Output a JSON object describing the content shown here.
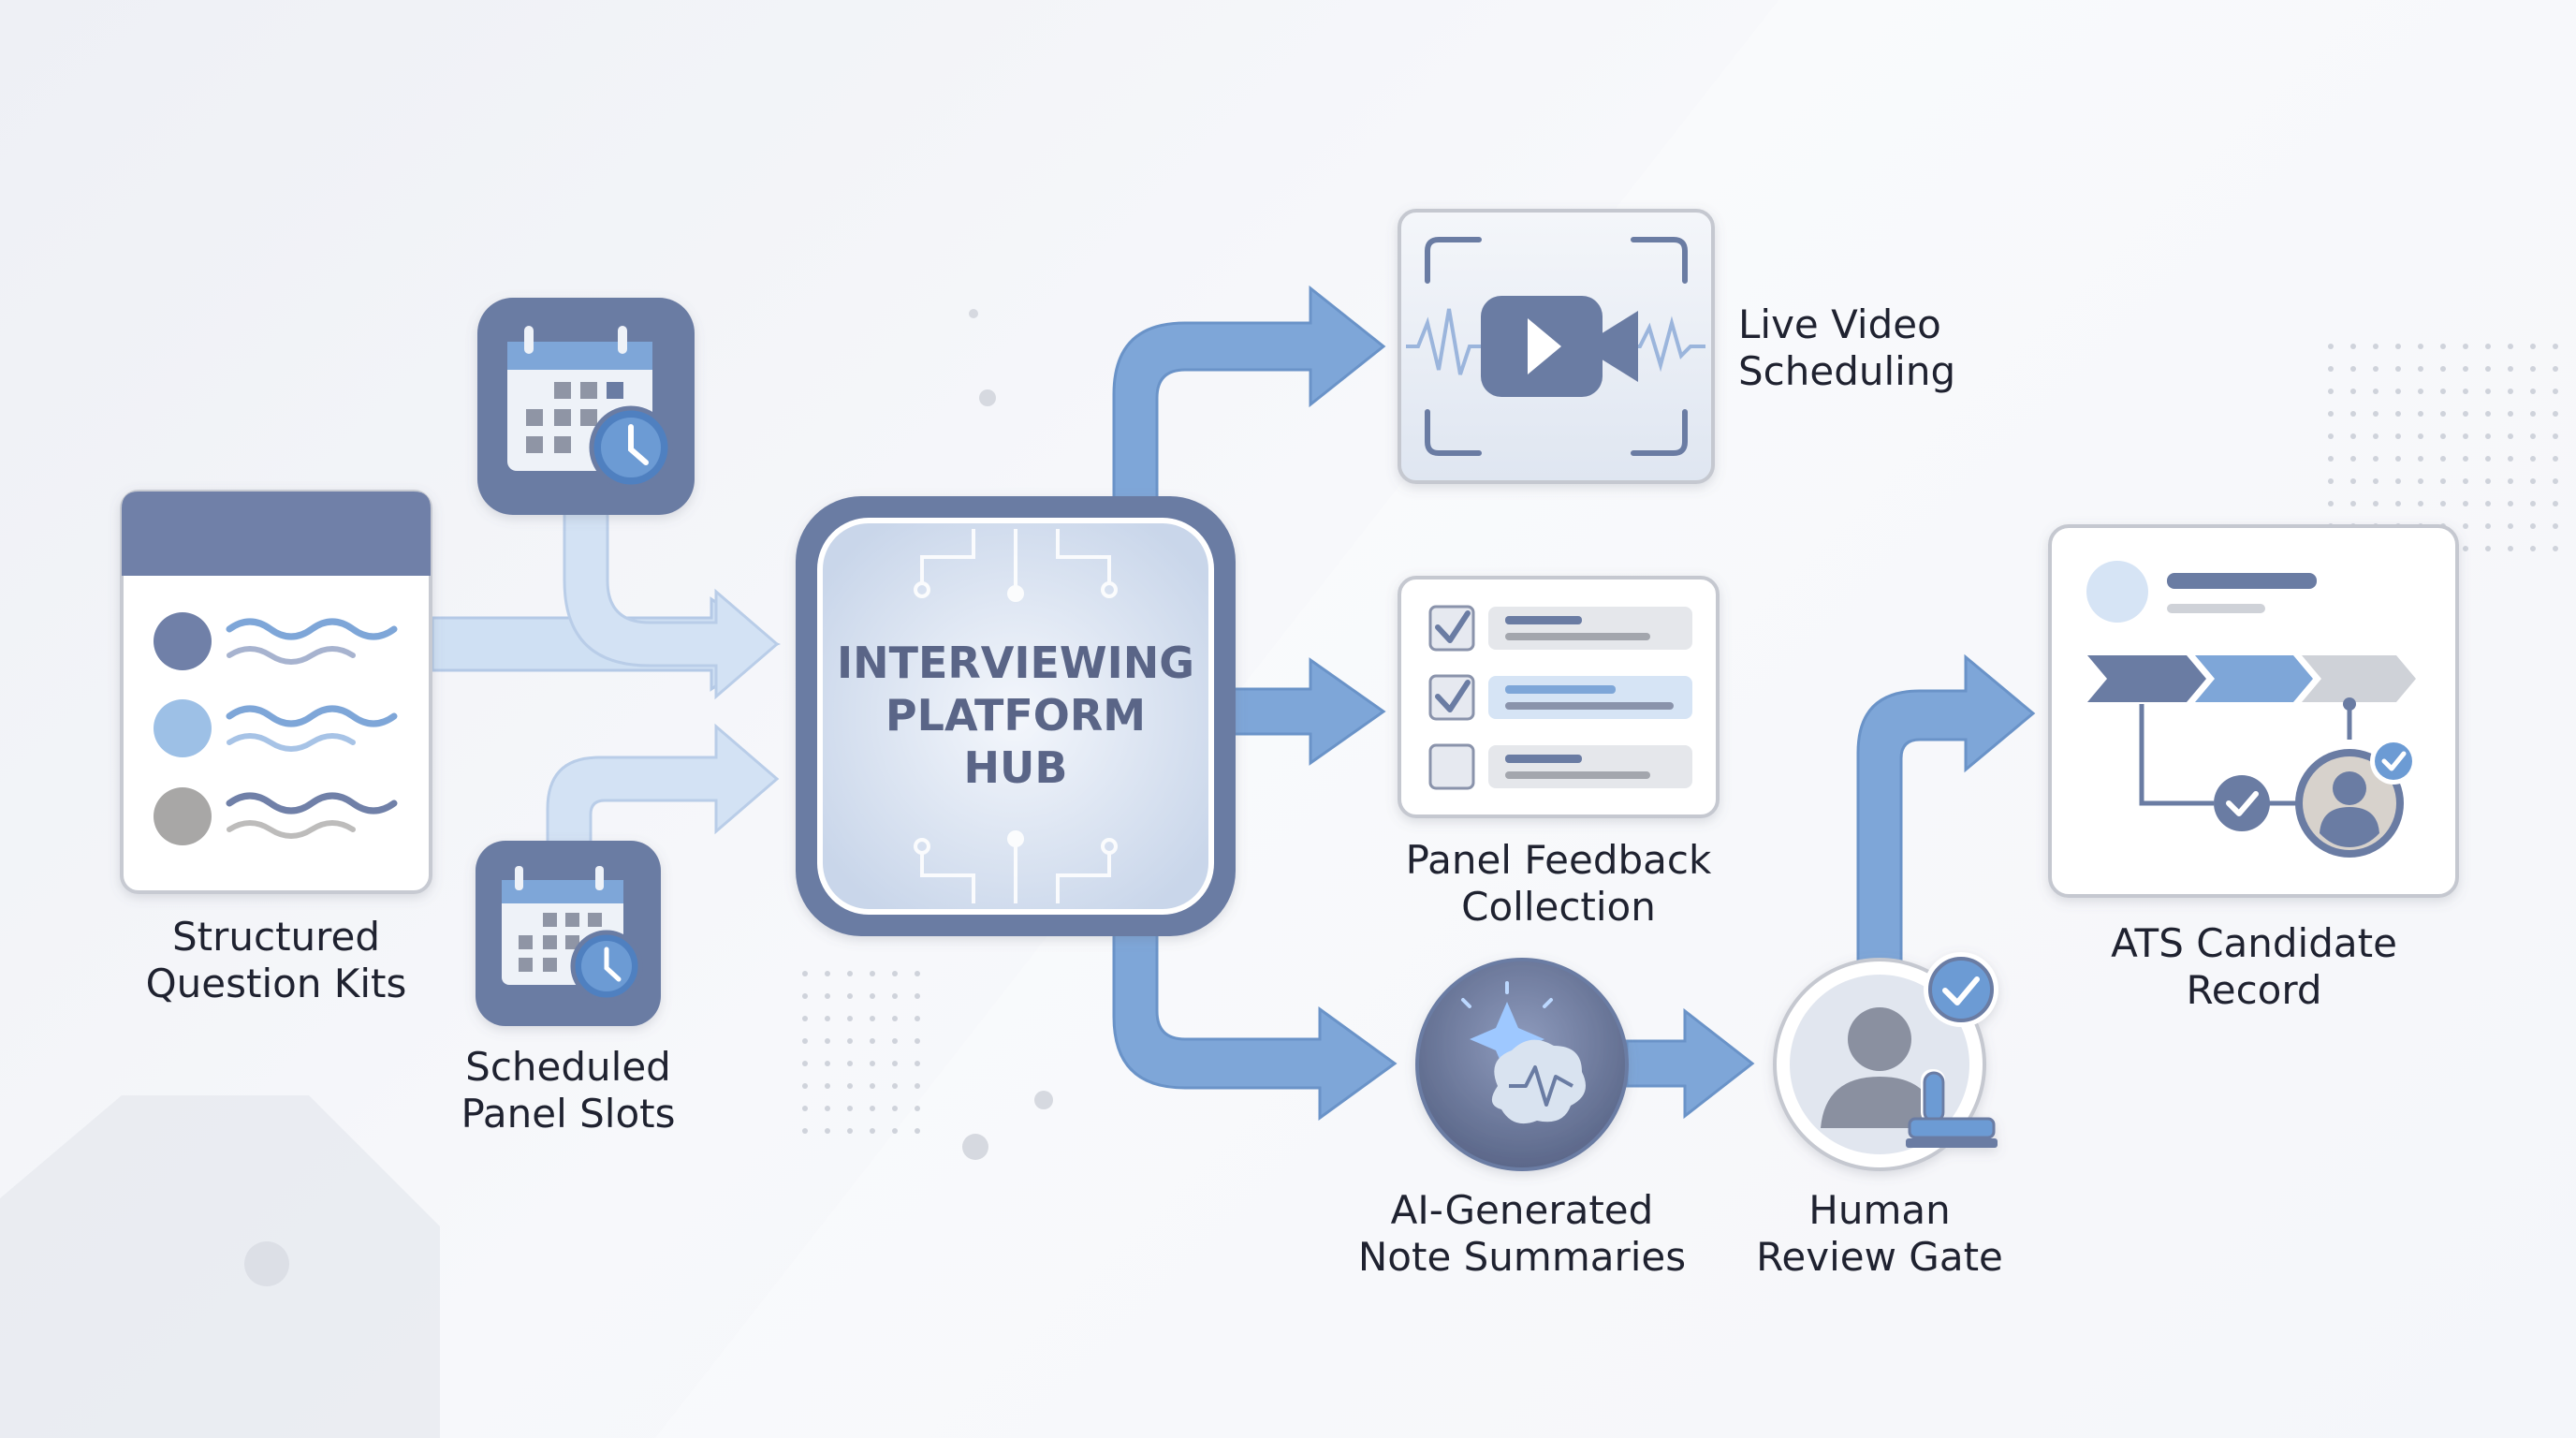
{
  "hub": {
    "title_lines": [
      "INTERVIEWING",
      "PLATFORM",
      "HUB"
    ]
  },
  "inputs": [
    {
      "id": "structured-question-kits",
      "label_lines": [
        "Structured",
        "Question Kits"
      ],
      "icon": "question-kit-card-icon"
    },
    {
      "id": "scheduled-panel-slots",
      "label_lines": [
        "Scheduled",
        "Panel Slots"
      ],
      "icon": "calendar-clock-icon"
    }
  ],
  "outputs": [
    {
      "id": "live-video-scheduling",
      "label_lines": [
        "Live Video",
        "Scheduling"
      ],
      "icon": "video-camera-icon"
    },
    {
      "id": "panel-feedback-collection",
      "label_lines": [
        "Panel Feedback",
        "Collection"
      ],
      "icon": "checklist-icon"
    },
    {
      "id": "ai-generated-note-summaries",
      "label_lines": [
        "AI-Generated",
        "Note Summaries"
      ],
      "icon": "ai-brain-icon"
    },
    {
      "id": "human-review-gate",
      "label_lines": [
        "Human",
        "Review Gate"
      ],
      "icon": "reviewer-stamp-icon"
    },
    {
      "id": "ats-candidate-record",
      "label_lines": [
        "ATS Candidate",
        "Record"
      ],
      "icon": "pipeline-record-icon"
    }
  ],
  "colors": {
    "primary_slate": "#6b7ba3",
    "arrow_blue": "#7ea6d8",
    "arrow_light": "#c8daf0",
    "card_border": "#c5c8d0",
    "text": "#1f2230"
  }
}
